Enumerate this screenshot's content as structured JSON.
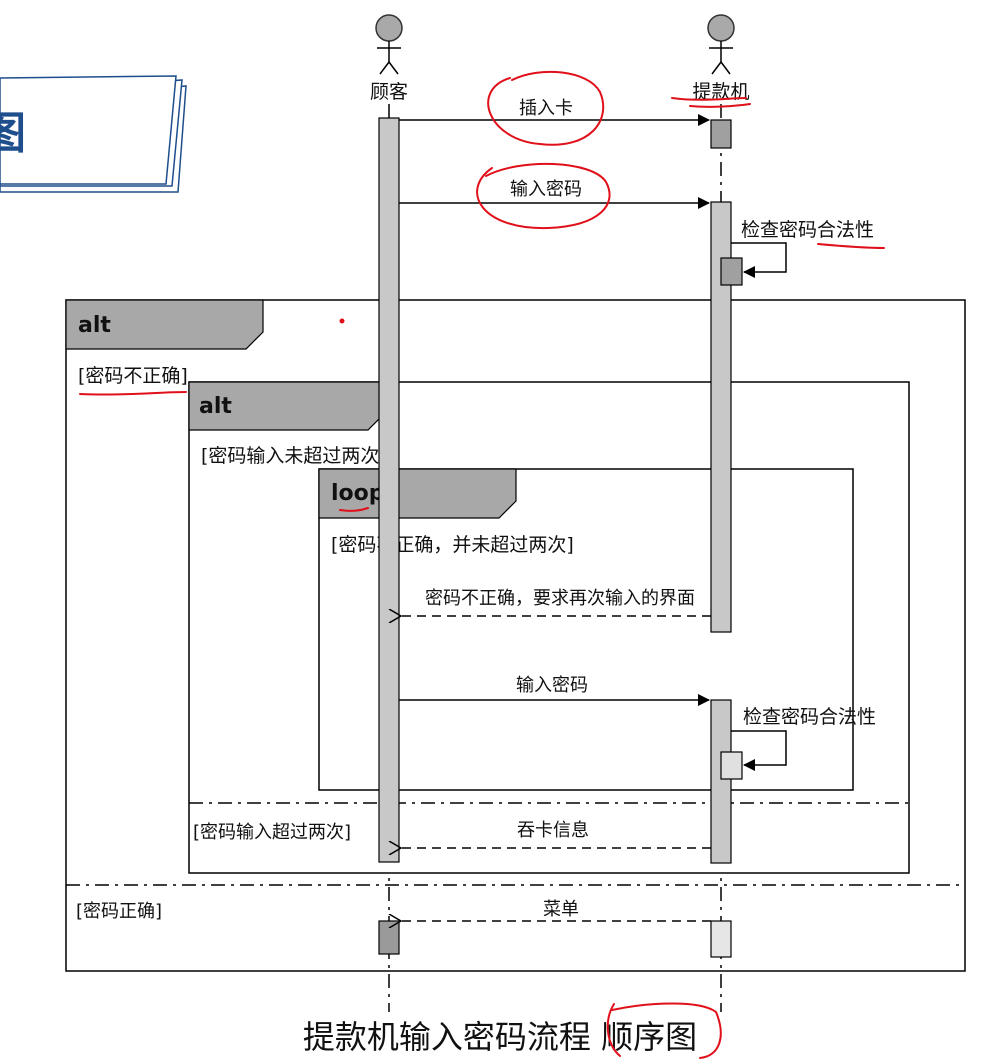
{
  "actors": {
    "customer": "顾客",
    "atm": "提款机"
  },
  "slide_icon_char": "图",
  "messages": {
    "m1": "插入卡",
    "m2": "输入密码",
    "self1": "检查密码合法性",
    "m3": "密码不正确，要求再次输入的界面",
    "m4": "输入密码",
    "self2": "检查密码合法性",
    "m5": "吞卡信息",
    "m6": "菜单"
  },
  "fragments": {
    "outer_alt": {
      "tag": "alt",
      "guard1": "[密码不正确]",
      "guard2": "[密码正确]"
    },
    "inner_alt": {
      "tag": "alt",
      "guard1": "[密码输入未超过两次]",
      "guard2": "[密码输入超过两次]"
    },
    "loop": {
      "tag": "loop",
      "guard": "[密码不正确，并未超过两次]"
    }
  },
  "caption": "提款机输入密码流程 顺序图",
  "colors": {
    "annotation": "#e0101a",
    "activation": "#c8c8c8",
    "tag_fill": "#a8a8a8",
    "slide_blue": "#1f4e8c"
  }
}
